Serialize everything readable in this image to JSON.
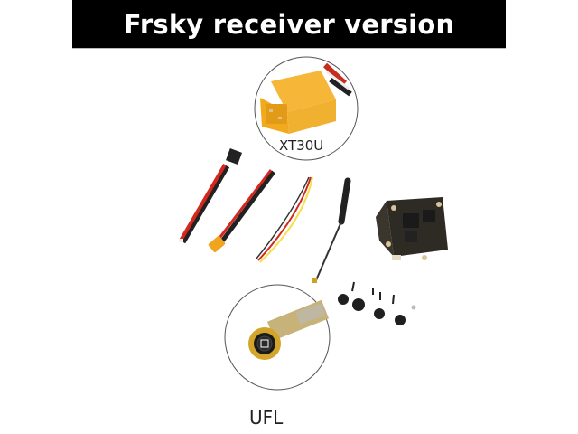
{
  "banner": {
    "title": "Frsky receiver version"
  },
  "callouts": {
    "xt30u": {
      "label": "XT30U"
    },
    "ufl": {
      "label": "UFL"
    }
  },
  "colors": {
    "banner_bg": "#000000",
    "banner_text": "#ffffff",
    "connector_yellow": "#f2b233",
    "wire_red": "#d8261c",
    "wire_black": "#1a1a1a",
    "wire_yellow": "#f4e04a",
    "gold": "#c9a227"
  }
}
